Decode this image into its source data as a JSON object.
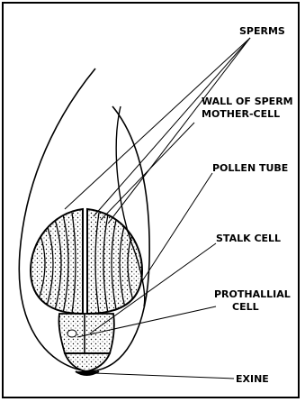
{
  "labels": {
    "sperms": "SPERMS",
    "wall_line1": "WALL OF SPERM",
    "wall_line2": "MOTHER-CELL",
    "pollen_tube": "POLLEN TUBE",
    "stalk_cell": "STALK CELL",
    "prothallial_line1": "PROTHALLIAL",
    "prothallial_line2": "CELL",
    "exine": "EXINE"
  }
}
